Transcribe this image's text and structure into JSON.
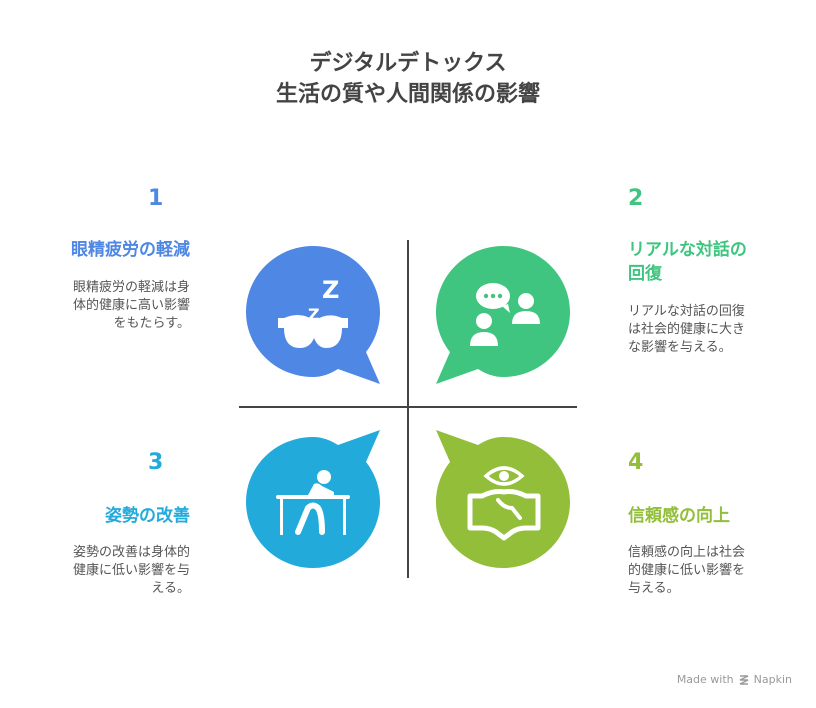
{
  "title": {
    "line1": "デジタルデトックス",
    "line2": "生活の質や人間関係の影響"
  },
  "quadrants": [
    {
      "number": "1",
      "heading": "眼精疲労の軽減",
      "description": "眼精疲労の軽減は身体的健康に高い影響をもたらす。",
      "desc_lines": [
        "眼精疲労の軽減は身",
        "体的健康に高い影響",
        "をもたらす。"
      ],
      "color": "#4F87E4",
      "icon": "sleep-mask-icon"
    },
    {
      "number": "2",
      "heading": "リアルな対話の回復",
      "heading_lines": [
        "リアルな対話の",
        "回復"
      ],
      "description": "リアルな対話の回復は社会的健康に大きな影響を与える。",
      "desc_lines": [
        "リアルな対話の回復",
        "は社会的健康に大き",
        "な影響を与える。"
      ],
      "color": "#3FC57F",
      "icon": "conversation-icon"
    },
    {
      "number": "3",
      "heading": "姿勢の改善",
      "description": "姿勢の改善は身体的健康に低い影響を与える。",
      "desc_lines": [
        "姿勢の改善は身体的",
        "健康に低い影響を与",
        "える。"
      ],
      "color": "#22AADB",
      "icon": "desk-posture-icon"
    },
    {
      "number": "4",
      "heading": "信頼感の向上",
      "description": "信頼感の向上は社会的健康に低い影響を与える。",
      "desc_lines": [
        "信頼感の向上は社会",
        "的健康に低い影響を",
        "与える。"
      ],
      "color": "#92BE3A",
      "icon": "handshake-eye-icon"
    }
  ],
  "footer": {
    "made_with": "Made with",
    "brand": "Napkin"
  }
}
